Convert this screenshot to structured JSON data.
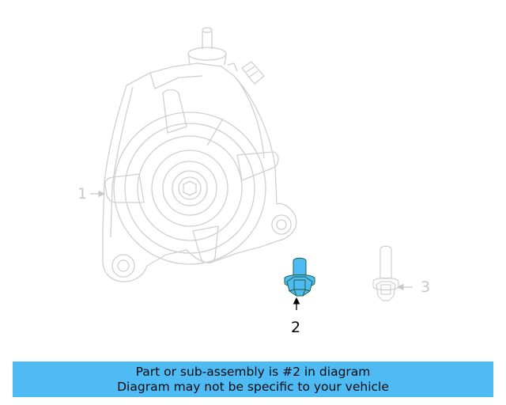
{
  "diagram": {
    "callouts": [
      {
        "number": "1",
        "label": "1",
        "highlighted": false
      },
      {
        "number": "2",
        "label": "2",
        "highlighted": true
      },
      {
        "number": "3",
        "label": "3",
        "highlighted": false
      }
    ],
    "highlight_color": "#4fbbf5",
    "faded_line_color": "#d0d0d0"
  },
  "banner": {
    "line1": "Part or sub-assembly is #2 in diagram",
    "line2": "Diagram may not be specific to your vehicle",
    "background": "#4fbbf5"
  }
}
